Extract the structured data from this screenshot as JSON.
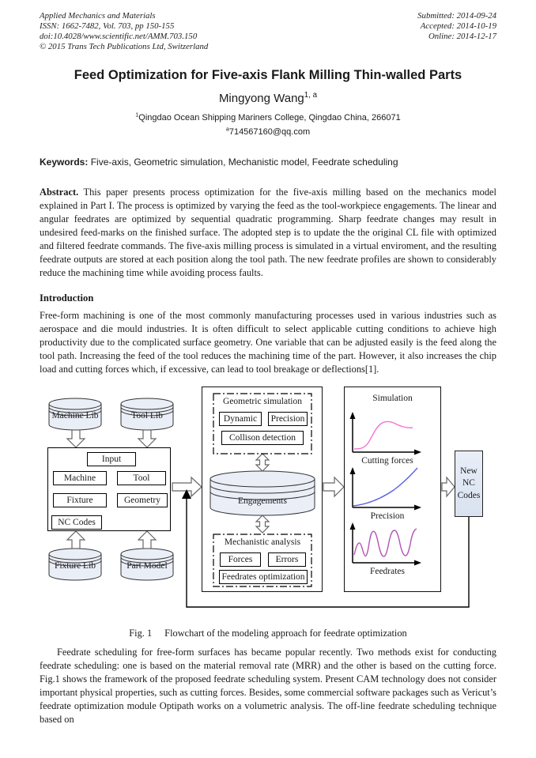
{
  "header": {
    "left": [
      "Applied Mechanics and Materials",
      "ISSN: 1662-7482, Vol. 703, pp 150-155",
      "doi:10.4028/www.scientific.net/AMM.703.150",
      "© 2015 Trans Tech Publications Ltd, Switzerland"
    ],
    "right": [
      "Submitted: 2014-09-24",
      "Accepted: 2014-10-19",
      "Online: 2014-12-17"
    ]
  },
  "title": "Feed Optimization for Five-axis Flank Milling Thin-walled Parts",
  "author": {
    "name": "Mingyong Wang",
    "sup": "1, a"
  },
  "affiliation": {
    "sup": "1",
    "text": "Qingdao Ocean Shipping Mariners College, Qingdao China, 266071"
  },
  "email": {
    "sup": "a",
    "text": "714567160@qq.com"
  },
  "keywords": {
    "label": "Keywords:",
    "text": "Five-axis, Geometric simulation, Mechanistic model, Feedrate scheduling"
  },
  "abstract": {
    "label": "Abstract.",
    "text": "This paper presents process optimization for the five-axis milling based on the mechanics model explained in Part I. The process is optimized by varying the feed as the tool-workpiece engagements. The linear and angular feedrates are optimized by sequential quadratic programming. Sharp feedrate changes may result in undesired feed-marks on the finished surface. The adopted step is to update the the original CL file with optimized and filtered feedrate commands. The five-axis milling process is simulated in a virtual enviroment, and the resulting feedrate outputs are stored at each position along the tool path. The new feedrate profiles are shown to considerably reduce the machining time while avoiding process faults."
  },
  "introduction": {
    "heading": "Introduction",
    "text": "Free-form machining is one of the most commonly manufacturing processes used in various industries such as aerospace and die mould industries. It is often difficult to select applicable cutting conditions to achieve high productivity due to the complicated surface geometry. One variable that can be adjusted easily is the feed along the tool path. Increasing the feed of the tool reduces the machining time of the part. However, it also increases the chip load and cutting forces which, if excessive, can lead to tool breakage or deflections[1]."
  },
  "figure": {
    "caption": {
      "prefix": "Fig. 1",
      "text": "Flowchart of the modeling approach for feedrate optimization"
    },
    "labels": {
      "machine_lib": "Machine Lib",
      "tool_lib": "Tool Lib",
      "fixture_lib": "Fixture Lib",
      "part_model": "Part Model",
      "input": "Input",
      "machine": "Machine",
      "tool": "Tool",
      "fixture": "Fixture",
      "geometry": "Geometry",
      "nc_codes": "NC Codes",
      "geometric_simulation": "Geometric simulation",
      "dynamic": "Dynamic",
      "precision": "Precision",
      "collison_detection": "Collison detection",
      "engagements": "Engagements",
      "mechanistic_analysis": "Mechanistic analysis",
      "forces": "Forces",
      "errors": "Errors",
      "feedrates_optimization": "Feedrates optimization",
      "simulation": "Simulation",
      "cutting_forces": "Cutting forces",
      "precision_plot": "Precision",
      "feedrates": "Feedrates",
      "new_nc_codes": "New NC Codes"
    },
    "colors": {
      "cutting_forces_curve": "#f273d2",
      "precision_curve": "#5a63de",
      "feedrates_curve": "#b455b4",
      "cylinder_fill": "#eaeef7",
      "nc_box_fill": "#dde6f2"
    }
  },
  "after_figure": {
    "text": "Feedrate scheduling for free-form surfaces has became popular recently. Two methods exist for conducting feedrate scheduling: one is based on the material removal rate (MRR) and the other is based on the cutting force. Fig.1 shows the framework of the proposed feedrate scheduling system. Present CAM technology does not consider important physical properties, such as cutting forces. Besides, some commercial software packages such as Vericut’s feedrate optimization module Optipath works on a volumetric analysis. The off-line feedrate scheduling technique based on"
  }
}
